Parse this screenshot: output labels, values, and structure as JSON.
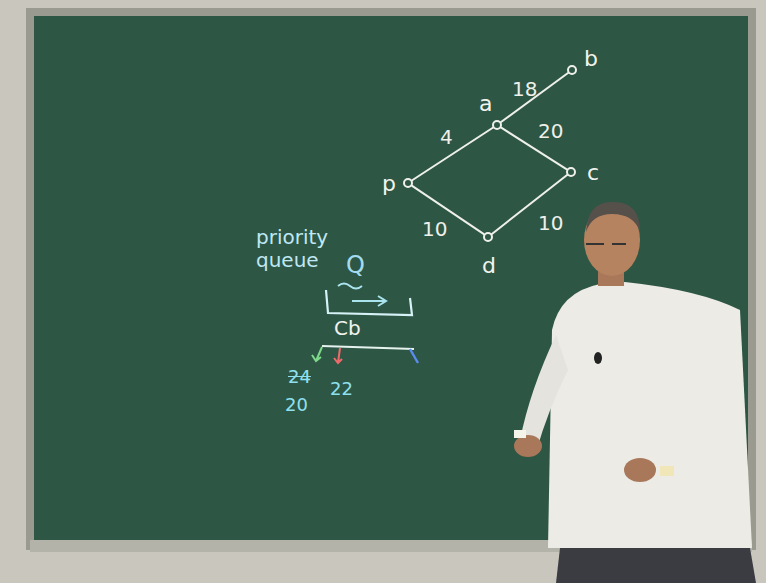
{
  "diagram": {
    "nodes": [
      {
        "text": [
          "p"
        ]
      },
      {
        "text": [
          "a"
        ]
      },
      {
        "text": [
          "b"
        ]
      },
      {
        "text": [
          "c"
        ]
      },
      {
        "text": [
          "d"
        ]
      }
    ],
    "edges": [
      {
        "from": 0,
        "to": 1,
        "label": "4",
        "arrow": "none"
      },
      {
        "from": 1,
        "to": 2,
        "label": "18",
        "arrow": "none"
      },
      {
        "from": 1,
        "to": 3,
        "label": "20",
        "arrow": "none"
      },
      {
        "from": 0,
        "to": 4,
        "label": "10",
        "arrow": "none"
      },
      {
        "from": 4,
        "to": 3,
        "label": "10",
        "arrow": "none"
      }
    ],
    "labels": [
      "priority queue",
      "Q",
      "Cb",
      "24",
      "20",
      "22"
    ]
  }
}
